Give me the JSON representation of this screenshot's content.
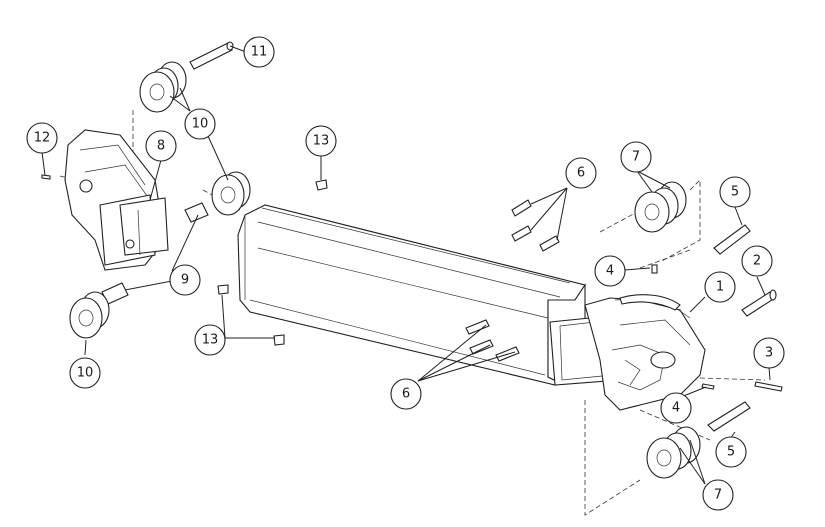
{
  "diagram": {
    "callouts": [
      {
        "id": "c1",
        "label": "1"
      },
      {
        "id": "c2",
        "label": "2"
      },
      {
        "id": "c3",
        "label": "3"
      },
      {
        "id": "c4a",
        "label": "4"
      },
      {
        "id": "c4b",
        "label": "4"
      },
      {
        "id": "c5a",
        "label": "5"
      },
      {
        "id": "c5b",
        "label": "5"
      },
      {
        "id": "c6a",
        "label": "6"
      },
      {
        "id": "c6b",
        "label": "6"
      },
      {
        "id": "c7a",
        "label": "7"
      },
      {
        "id": "c7b",
        "label": "7"
      },
      {
        "id": "c8",
        "label": "8"
      },
      {
        "id": "c9",
        "label": "9"
      },
      {
        "id": "c10a",
        "label": "10"
      },
      {
        "id": "c10b",
        "label": "10"
      },
      {
        "id": "c11",
        "label": "11"
      },
      {
        "id": "c12",
        "label": "12"
      },
      {
        "id": "c13a",
        "label": "13"
      },
      {
        "id": "c13b",
        "label": "13"
      }
    ]
  }
}
